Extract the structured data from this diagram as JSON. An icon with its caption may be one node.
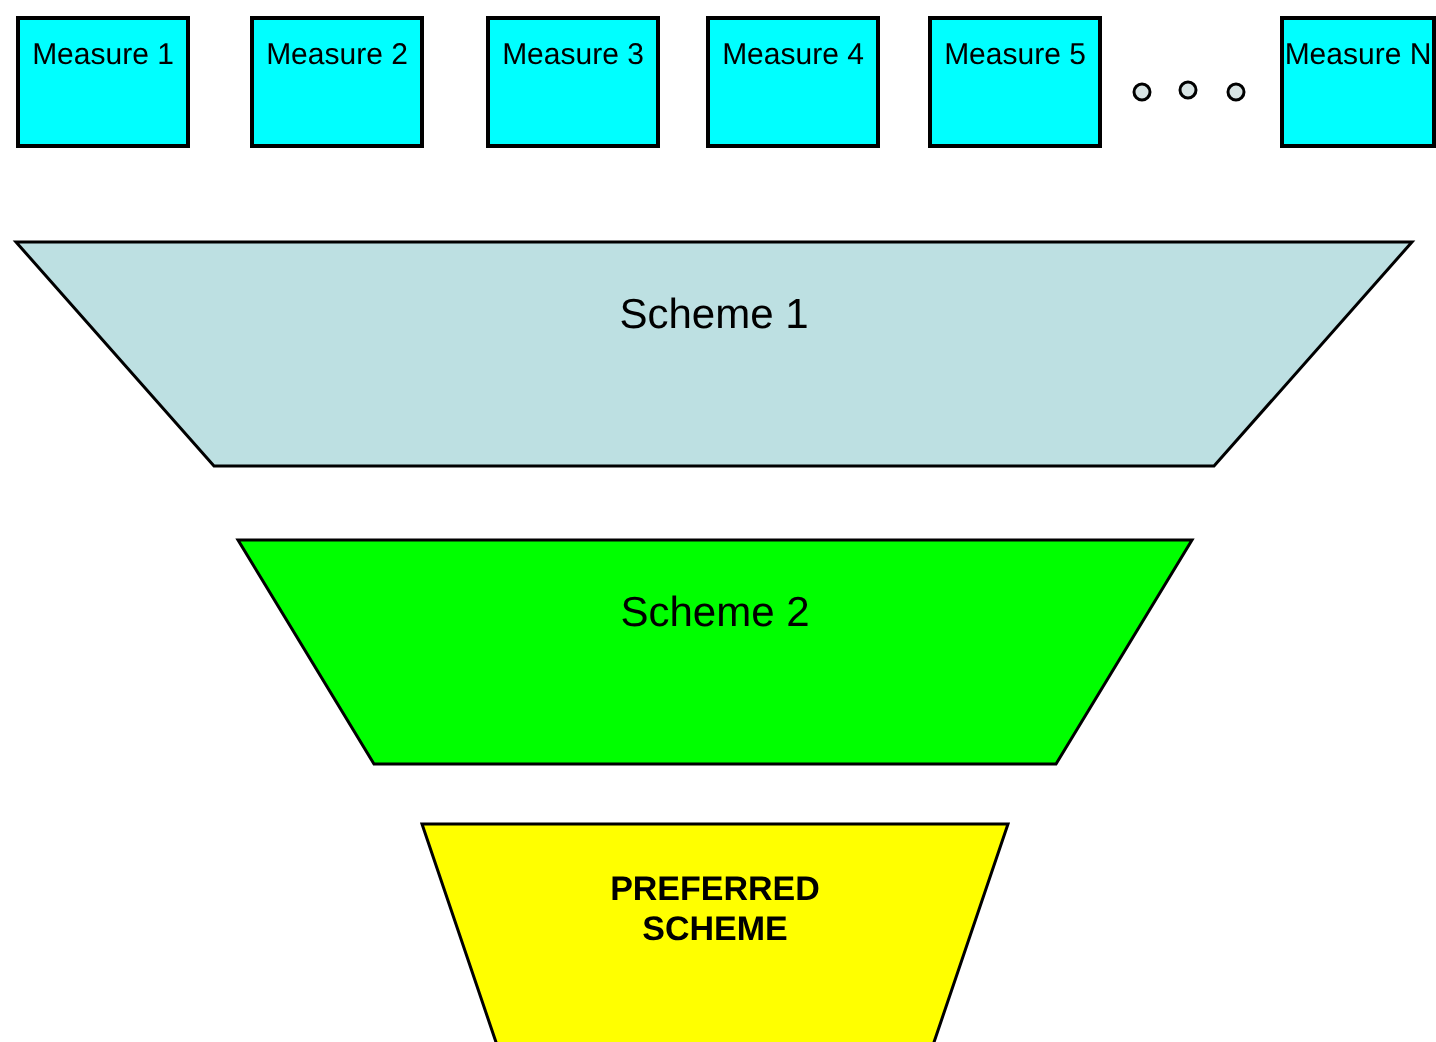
{
  "diagram": {
    "nodes": [
      {
        "text": [
          "Measure 1"
        ]
      },
      {
        "text": [
          "Measure 2"
        ]
      },
      {
        "text": [
          "Measure 3"
        ]
      },
      {
        "text": [
          "Measure 4"
        ]
      },
      {
        "text": [
          "Measure 5"
        ]
      },
      {
        "text": [
          "Measure N"
        ]
      },
      {
        "text": [
          "Scheme 1"
        ]
      },
      {
        "text": [
          "Scheme 2"
        ]
      },
      {
        "text": [
          "PREFERRED SCHEME"
        ]
      }
    ]
  }
}
